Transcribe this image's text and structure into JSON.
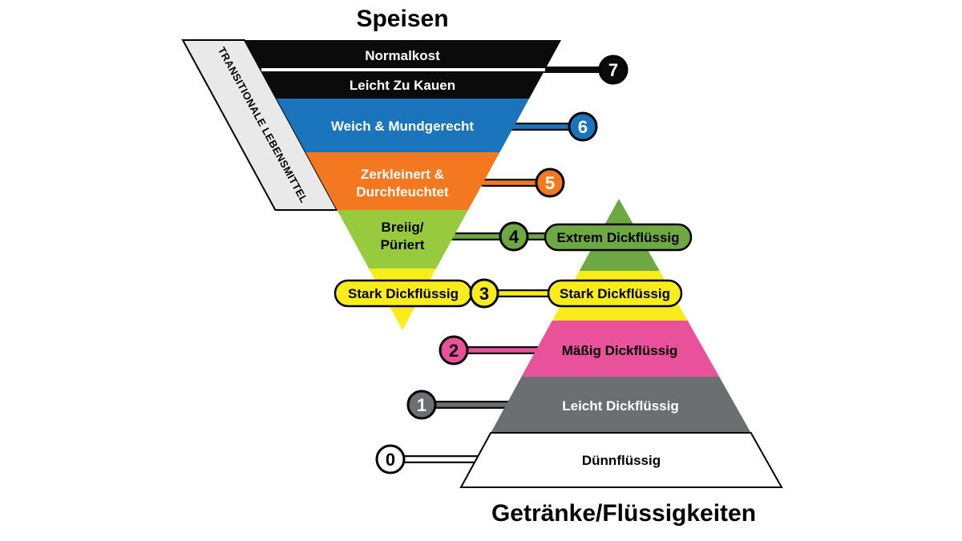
{
  "titles": {
    "foods": "Speisen",
    "drinks": "Getränke/Flüssigkeiten"
  },
  "band": {
    "label": "TRANSITIONALE LEBENSMITTEL"
  },
  "food": {
    "l7a": "Normalkost",
    "l7b": "Leicht Zu Kauen",
    "l6": "Weich & Mundgerecht",
    "l5_1": "Zerkleinert &",
    "l5_2": "Durchfeuchtet",
    "l4_1": "Breiig/",
    "l4_2": "Püriert",
    "l3": "Stark Dickflüssig"
  },
  "drinks": {
    "l4": "Extrem Dickflüssig",
    "l3": "Stark Dickflüssig",
    "l2": "Mäßig Dickflüssig",
    "l1": "Leicht Dickflüssig",
    "l0": "Dünnflüssig"
  },
  "badges": {
    "b7": "7",
    "b6": "6",
    "b5": "5",
    "b4": "4",
    "b3": "3",
    "b2": "2",
    "b1": "1",
    "b0": "0"
  },
  "colors": {
    "black": "#0b0b0b",
    "blue": "#1b75bc",
    "orange": "#f4781f",
    "green_food": "#97ca3c",
    "green_drink": "#6ea843",
    "yellow": "#f8ec1b",
    "pink": "#e9519b",
    "gray": "#6d6e71",
    "band_gray": "#e9e9ea",
    "white": "#ffffff"
  }
}
